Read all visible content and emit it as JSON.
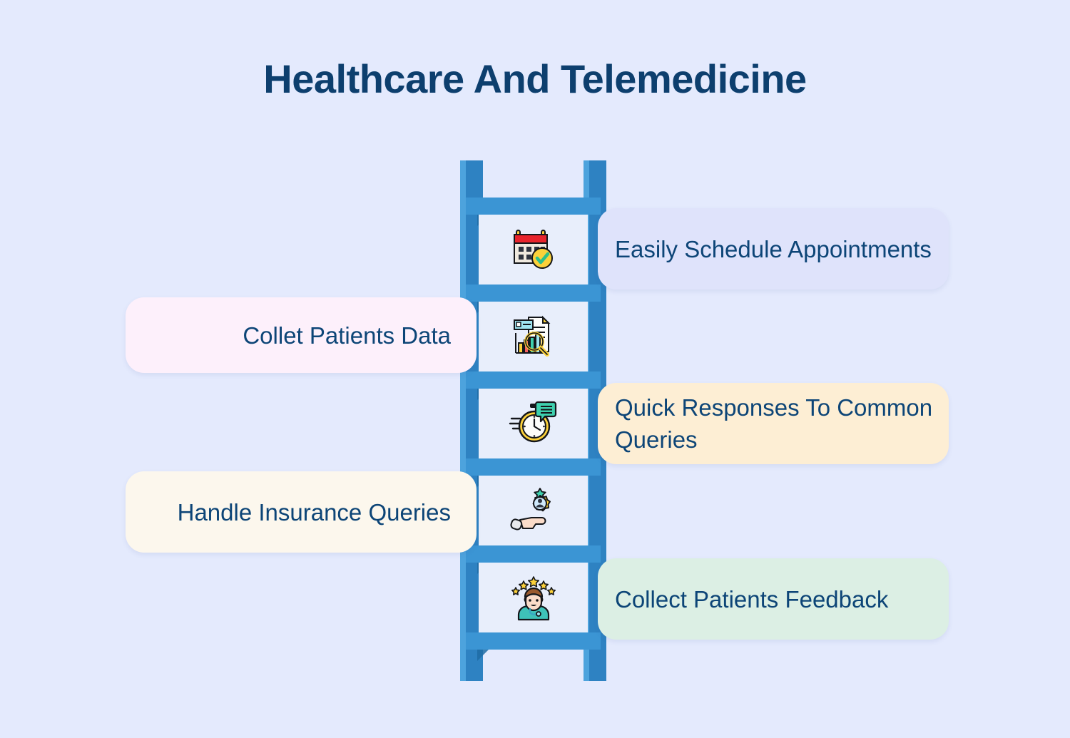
{
  "header": {
    "title": "Healthcare And Telemedicine"
  },
  "theme": {
    "background": "#e4eafd",
    "title_color": "#0d3f6e",
    "label_color": "#0d4577",
    "ladder_rail": "#2e82c2",
    "ladder_rail_highlight": "#4da3dd",
    "ladder_rung": "#3b95d4",
    "ladder_rung_shadow": "#1f6ca5",
    "panel_background": "#e8eefb"
  },
  "ladder": {
    "name": "ladder-graphic",
    "rung_count": 6,
    "step_count": 5
  },
  "steps": [
    {
      "label": "Easily Schedule Appointments",
      "side": "right",
      "pill_color": "#dfe3fb",
      "icon": "calendar-check-icon"
    },
    {
      "label": "Collet Patients Data",
      "side": "left",
      "pill_color": "#fdf0fb",
      "icon": "document-chart-search-icon"
    },
    {
      "label": "Quick Responses To Common Queries",
      "side": "right",
      "pill_color": "#fdeed4",
      "icon": "stopwatch-message-icon"
    },
    {
      "label": "Handle Insurance Queries",
      "side": "left",
      "pill_color": "#fcf7ed",
      "icon": "hand-badge-icon"
    },
    {
      "label": "Collect Patients Feedback",
      "side": "right",
      "pill_color": "#dcefe4",
      "icon": "doctor-stars-icon"
    }
  ]
}
